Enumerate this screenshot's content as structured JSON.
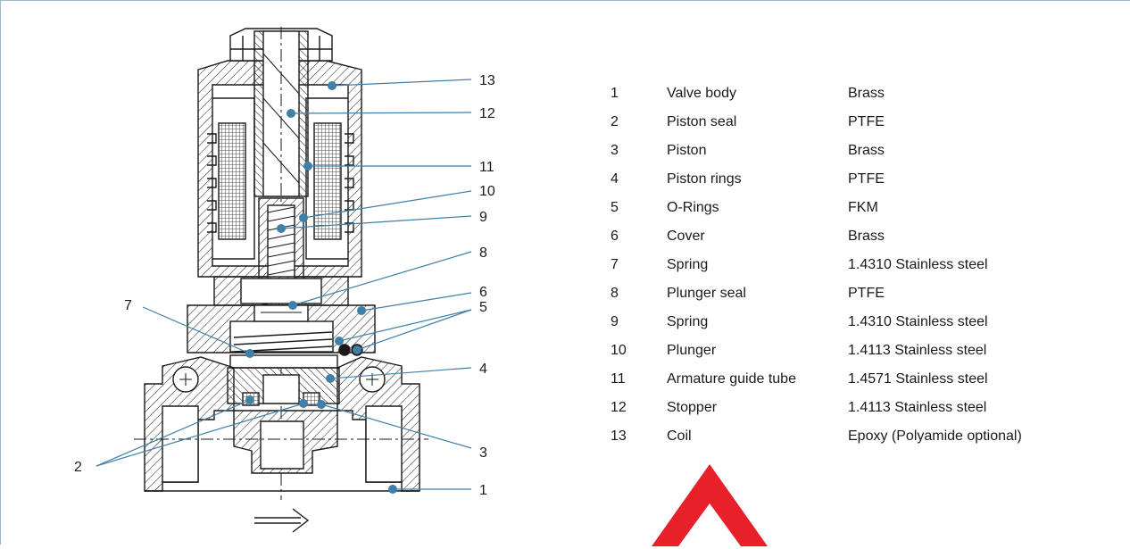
{
  "parts": [
    {
      "num": "1",
      "name": "Valve body",
      "material": "Brass"
    },
    {
      "num": "2",
      "name": "Piston seal",
      "material": "PTFE"
    },
    {
      "num": "3",
      "name": "Piston",
      "material": "Brass"
    },
    {
      "num": "4",
      "name": "Piston rings",
      "material": "PTFE"
    },
    {
      "num": "5",
      "name": "O-Rings",
      "material": "FKM"
    },
    {
      "num": "6",
      "name": "Cover",
      "material": "Brass"
    },
    {
      "num": "7",
      "name": "Spring",
      "material": "1.4310 Stainless steel"
    },
    {
      "num": "8",
      "name": "Plunger seal",
      "material": "PTFE"
    },
    {
      "num": "9",
      "name": "Spring",
      "material": "1.4310 Stainless steel"
    },
    {
      "num": "10",
      "name": "Plunger",
      "material": "1.4113 Stainless steel"
    },
    {
      "num": "11",
      "name": "Armature guide tube",
      "material": "1.4571 Stainless steel"
    },
    {
      "num": "12",
      "name": "Stopper",
      "material": "1.4113 Stainless steel"
    },
    {
      "num": "13",
      "name": "Coil",
      "material": "Epoxy (Polyamide optional)"
    }
  ],
  "callouts": [
    "13",
    "12",
    "11",
    "10",
    "9",
    "8",
    "6",
    "5",
    "7",
    "4",
    "3",
    "2",
    "1"
  ],
  "colors": {
    "leader": "#3f7fa8",
    "dot": "#3f7fa8",
    "line": "#1a1a1a",
    "frame": "#9fb6c6",
    "watermark": "#e8202a"
  }
}
